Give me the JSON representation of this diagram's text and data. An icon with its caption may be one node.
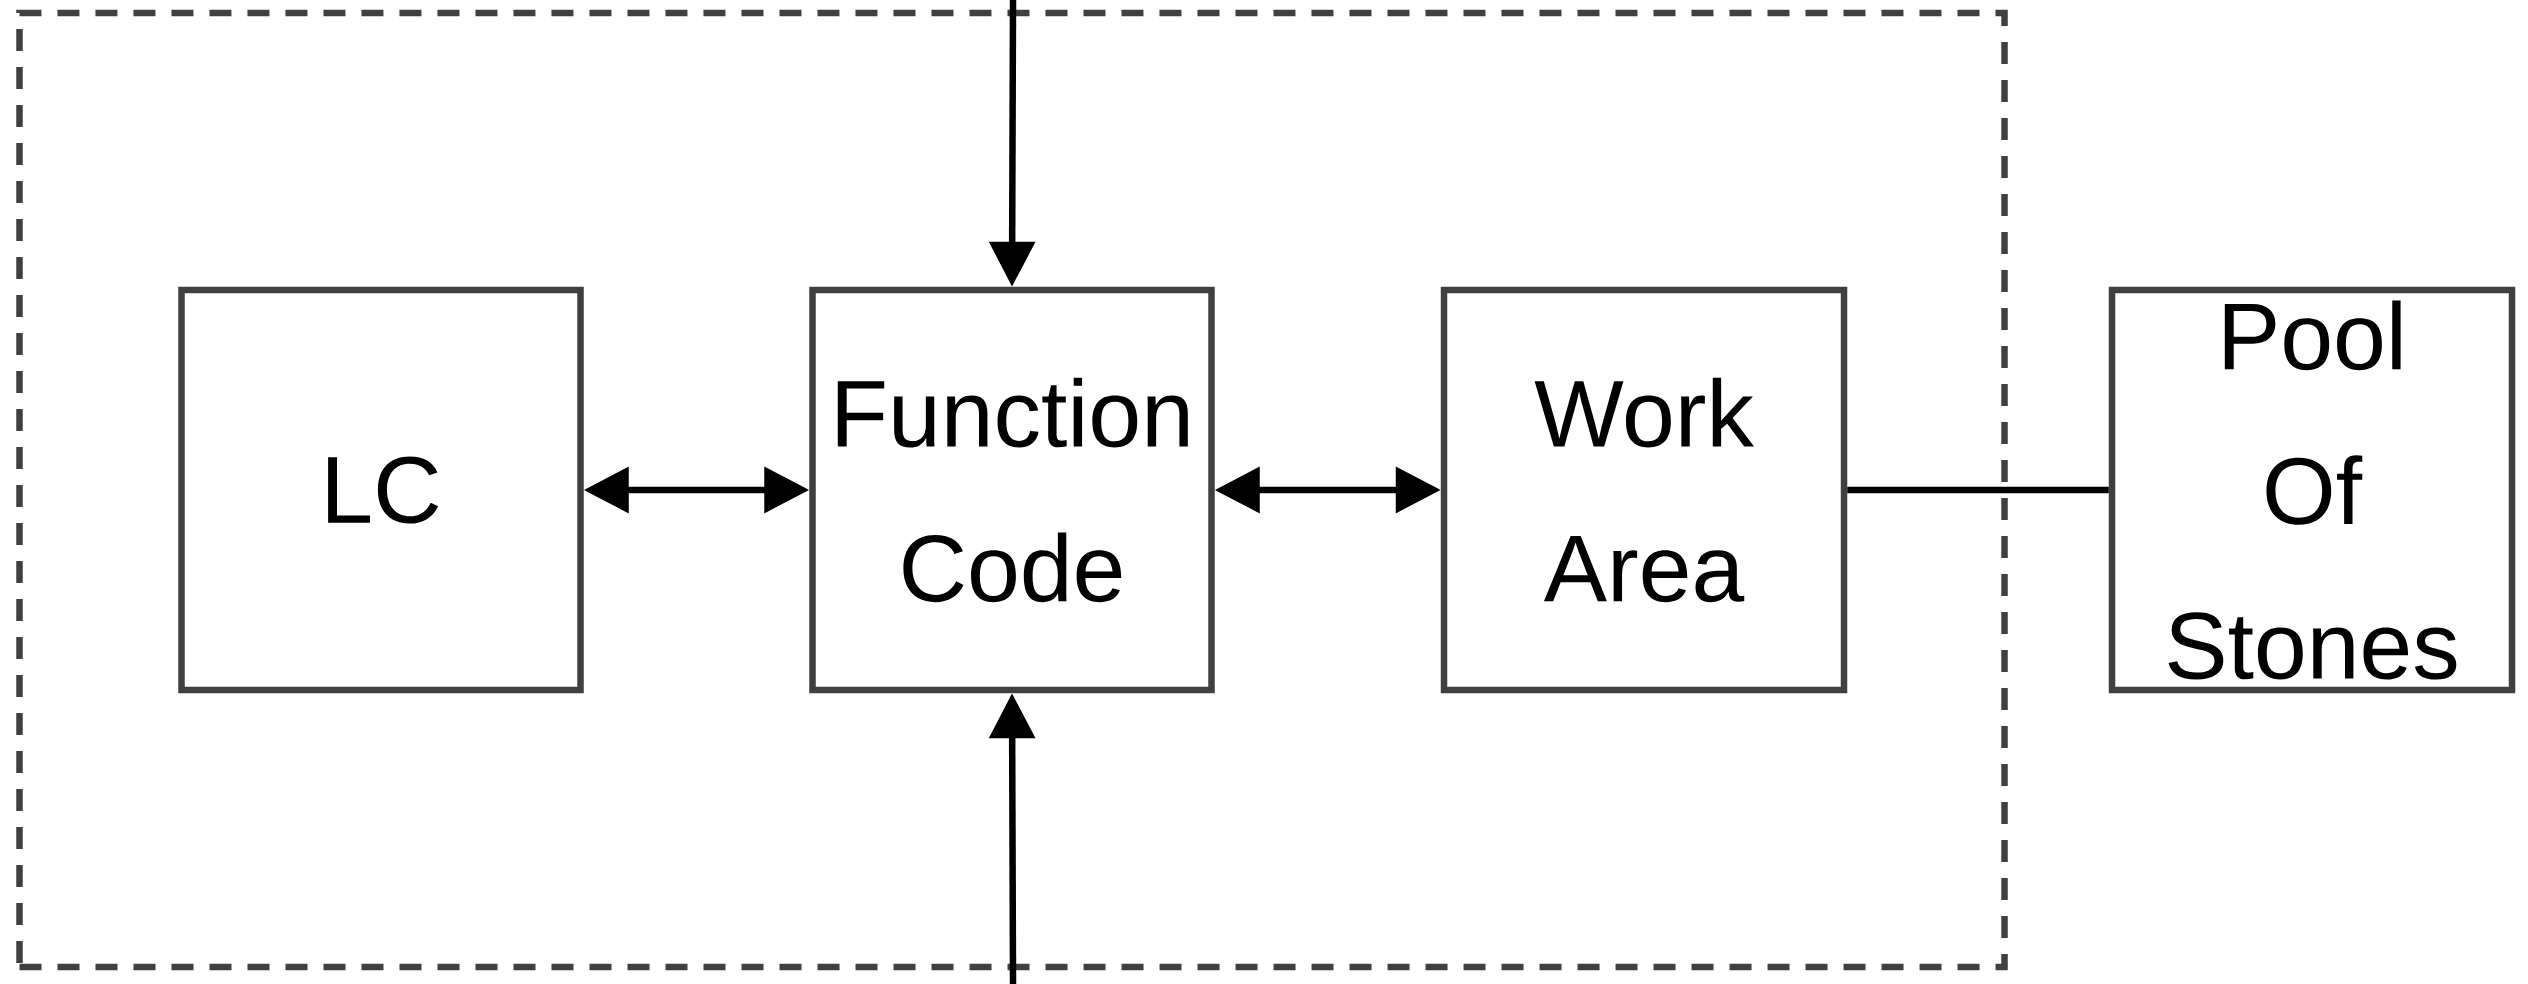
{
  "diagram": {
    "nodes": [
      {
        "text": [],
        "shape": "box"
      },
      {
        "text": [
          "LC"
        ],
        "in": 0
      },
      {
        "text": [
          "Function Code"
        ],
        "in": 0
      },
      {
        "text": [
          "Work Area"
        ],
        "in": 0
      },
      {
        "text": [
          "Pool Of Stones"
        ]
      }
    ],
    "edges": [
      {
        "from": null,
        "to": 2,
        "arrow": "to"
      },
      {
        "from": null,
        "to": 2,
        "arrow": "to"
      },
      {
        "from": 1,
        "to": 2,
        "arrow": "both"
      },
      {
        "from": 2,
        "to": 3,
        "arrow": "both"
      },
      {
        "from": 3,
        "to": 4,
        "arrow": "none"
      }
    ]
  }
}
